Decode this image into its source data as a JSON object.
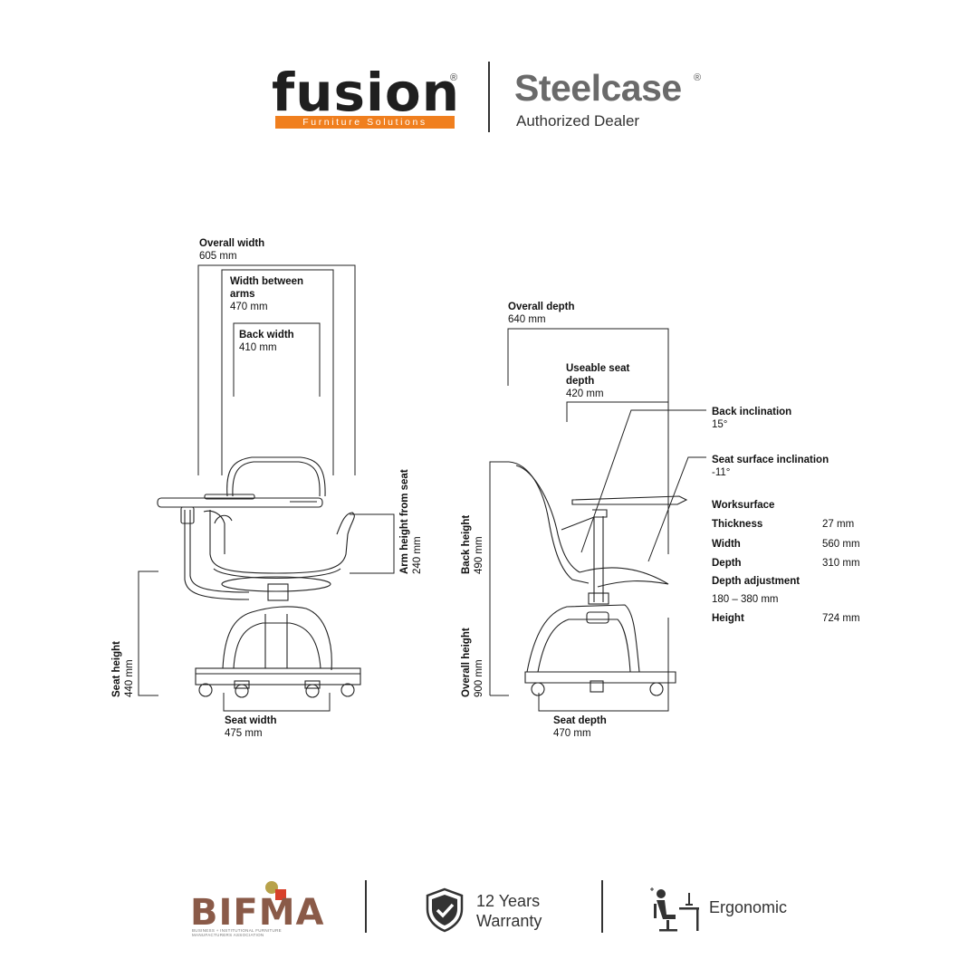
{
  "header": {
    "fusion_name": "fusion",
    "fusion_tagline": "Furniture Solutions",
    "registered_mark": "®",
    "steelcase_name": "Steelcase",
    "dealer_text": "Authorized Dealer"
  },
  "front_view": {
    "overall_width": {
      "label": "Overall width",
      "value": "605 mm"
    },
    "width_between_arms": {
      "label": "Width between arms",
      "value": "470 mm"
    },
    "back_width": {
      "label": "Back width",
      "value": "410 mm"
    },
    "arm_height": {
      "label": "Arm height from seat",
      "value": "240 mm"
    },
    "seat_height": {
      "label": "Seat height",
      "value": "440 mm"
    },
    "seat_width": {
      "label": "Seat width",
      "value": "475 mm"
    }
  },
  "side_view": {
    "overall_depth": {
      "label": "Overall depth",
      "value": "640 mm"
    },
    "useable_seat_depth": {
      "label": "Useable seat depth",
      "value": "420 mm"
    },
    "back_inclination": {
      "label": "Back inclination",
      "value": "15°"
    },
    "seat_surface_inclination": {
      "label": "Seat surface inclination",
      "value": "-11°"
    },
    "back_height": {
      "label": "Back height",
      "value": "490 mm"
    },
    "overall_height": {
      "label": "Overall height",
      "value": "900 mm"
    },
    "seat_depth": {
      "label": "Seat depth",
      "value": "470 mm"
    }
  },
  "worksurface": {
    "title": "Worksurface",
    "rows": [
      {
        "label": "Thickness",
        "value": "27 mm"
      },
      {
        "label": "Width",
        "value": "560 mm"
      },
      {
        "label": "Depth",
        "value": "310 mm"
      }
    ],
    "depth_adjustment": {
      "label": "Depth adjustment",
      "value": "180 – 380 mm"
    },
    "height": {
      "label": "Height",
      "value": "724 mm"
    }
  },
  "footer": {
    "bifma_name": "BIFMA",
    "bifma_subtitle": "BUSINESS + INSTITUTIONAL FURNITURE MANUFACTURERS ASSOCIATION",
    "warranty_line1": "12 Years",
    "warranty_line2": "Warranty",
    "ergonomic": "Ergonomic"
  },
  "colors": {
    "fusion_orange": "#f07f1e",
    "steelcase_gray": "#6a6a6a",
    "bifma_brown": "#8a5a48",
    "bifma_gold": "#b8a24a",
    "bifma_red": "#d8402a"
  }
}
